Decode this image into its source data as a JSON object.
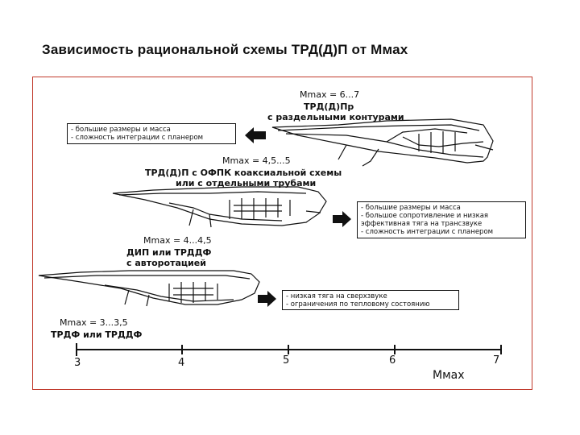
{
  "title": "Зависимость рациональной схемы ТРД(Д)П от Mмах",
  "schemes": [
    {
      "mach": "Mmax = 6...7",
      "name": [
        "ТРД(Д)Пр",
        "с раздельными контурами"
      ]
    },
    {
      "mach": "Mmax = 4,5...5",
      "name": [
        "ТРД(Д)П с ОФПК коаксиальной схемы",
        "или с отдельными трубами"
      ]
    },
    {
      "mach": "Mmax = 4...4,5",
      "name": [
        "ДИП или ТРДДФ",
        "с авторотацией"
      ]
    },
    {
      "mach": "Mmax = 3...3,5",
      "name": [
        "ТРДФ или ТРДДФ"
      ]
    }
  ],
  "notes": [
    {
      "lines": [
        "- большие размеры и масса",
        "- сложность интеграции с планером"
      ]
    },
    {
      "lines": [
        "- большие размеры и масса",
        "- большое сопротивление и низкая",
        "эффективная тяга на трансзвуке",
        "- сложность интеграции с планером"
      ]
    },
    {
      "lines": [
        "- низкая тяга на сверхзвуке",
        "- ограничения по тепловому состоянию"
      ]
    }
  ],
  "axis": {
    "ticks": [
      "3",
      "4",
      "5",
      "6",
      "7"
    ],
    "label": "Mмах"
  },
  "colors": {
    "frame": "#c0392b",
    "ink": "#111111"
  }
}
